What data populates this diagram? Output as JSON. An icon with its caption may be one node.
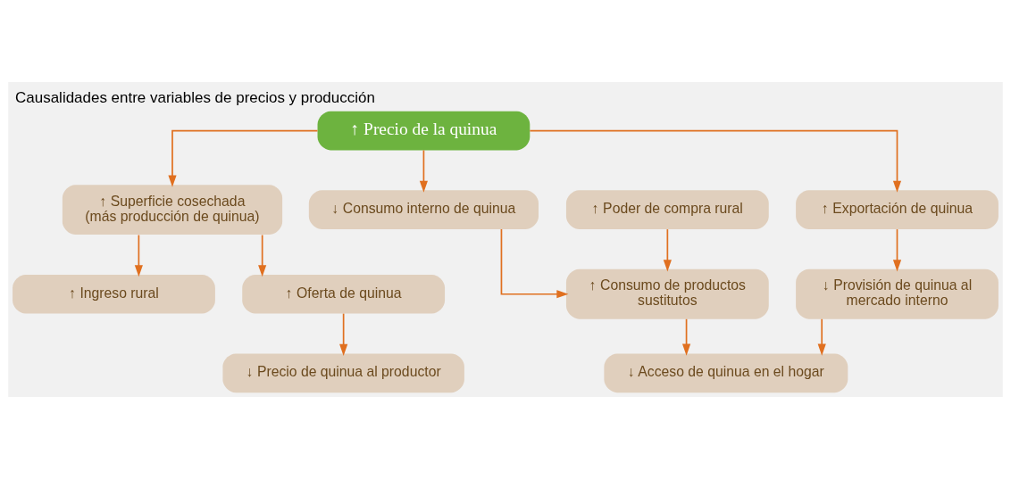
{
  "diagram": {
    "title": "Causalidades entre variables de precios y producción",
    "nodes": [
      {
        "text": [
          "↑ Precio de la quinua"
        ]
      },
      {
        "text": [
          "↑ Superficie cosechada (más producción de quinua)"
        ]
      },
      {
        "text": [
          "↓ Consumo interno de quinua"
        ]
      },
      {
        "text": [
          "↑ Exportación de quinua"
        ]
      },
      {
        "text": [
          "↑ Ingreso rural"
        ]
      },
      {
        "text": [
          "↑ Consumo de productos sustitutos"
        ]
      },
      {
        "text": [
          "↓ Provisión de quinua al mercado interno"
        ]
      },
      {
        "text": [
          "↑ Poder de compra rural"
        ]
      },
      {
        "text": [
          "↓ Acceso de quinua en el hogar"
        ]
      },
      {
        "text": [
          "↑ Oferta de quinua"
        ]
      },
      {
        "text": [
          "↓ Precio de quinua al productor"
        ]
      }
    ],
    "edges": [
      {
        "from": 0,
        "to": 1,
        "arrow": "to"
      },
      {
        "from": 0,
        "to": 2,
        "arrow": "to"
      },
      {
        "from": 0,
        "to": 3,
        "arrow": "to"
      },
      {
        "from": 1,
        "to": 4,
        "arrow": "to"
      },
      {
        "from": 1,
        "to": 9,
        "arrow": "to"
      },
      {
        "from": 2,
        "to": 5,
        "arrow": "to"
      },
      {
        "from": 3,
        "to": 6,
        "arrow": "to"
      },
      {
        "from": 7,
        "to": 5,
        "arrow": "to"
      },
      {
        "from": 5,
        "to": 8,
        "arrow": "to"
      },
      {
        "from": 6,
        "to": 8,
        "arrow": "to"
      },
      {
        "from": 9,
        "to": 10,
        "arrow": "to"
      }
    ]
  }
}
